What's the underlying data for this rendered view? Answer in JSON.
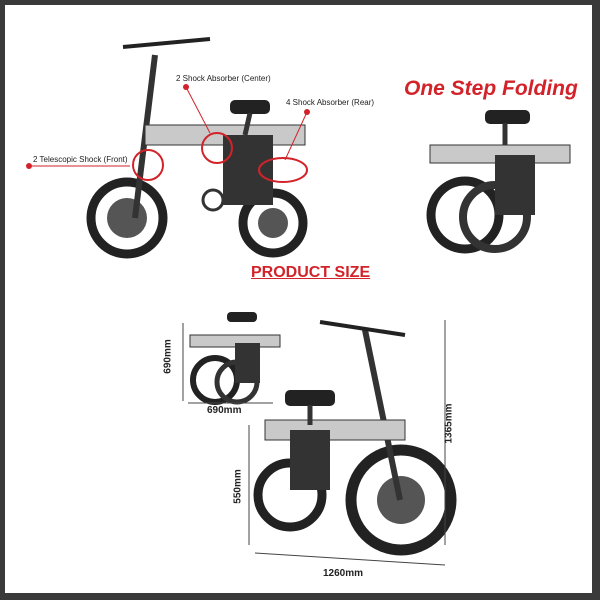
{
  "callouts": {
    "center": "2 Shock Absorber (Center)",
    "rear": "4 Shock Absorber (Rear)",
    "front": "2 Telescopic Shock (Front)"
  },
  "headline": "One Step Folding",
  "section_title": "PRODUCT SIZE",
  "dimensions": {
    "folded_height": "690mm",
    "folded_length": "690mm",
    "total_height": "1365mm",
    "seat_height": "550mm",
    "total_length": "1260mm"
  },
  "colors": {
    "accent": "#d2232a",
    "frame": "#2b2b2b",
    "silver": "#c9c9c9"
  }
}
